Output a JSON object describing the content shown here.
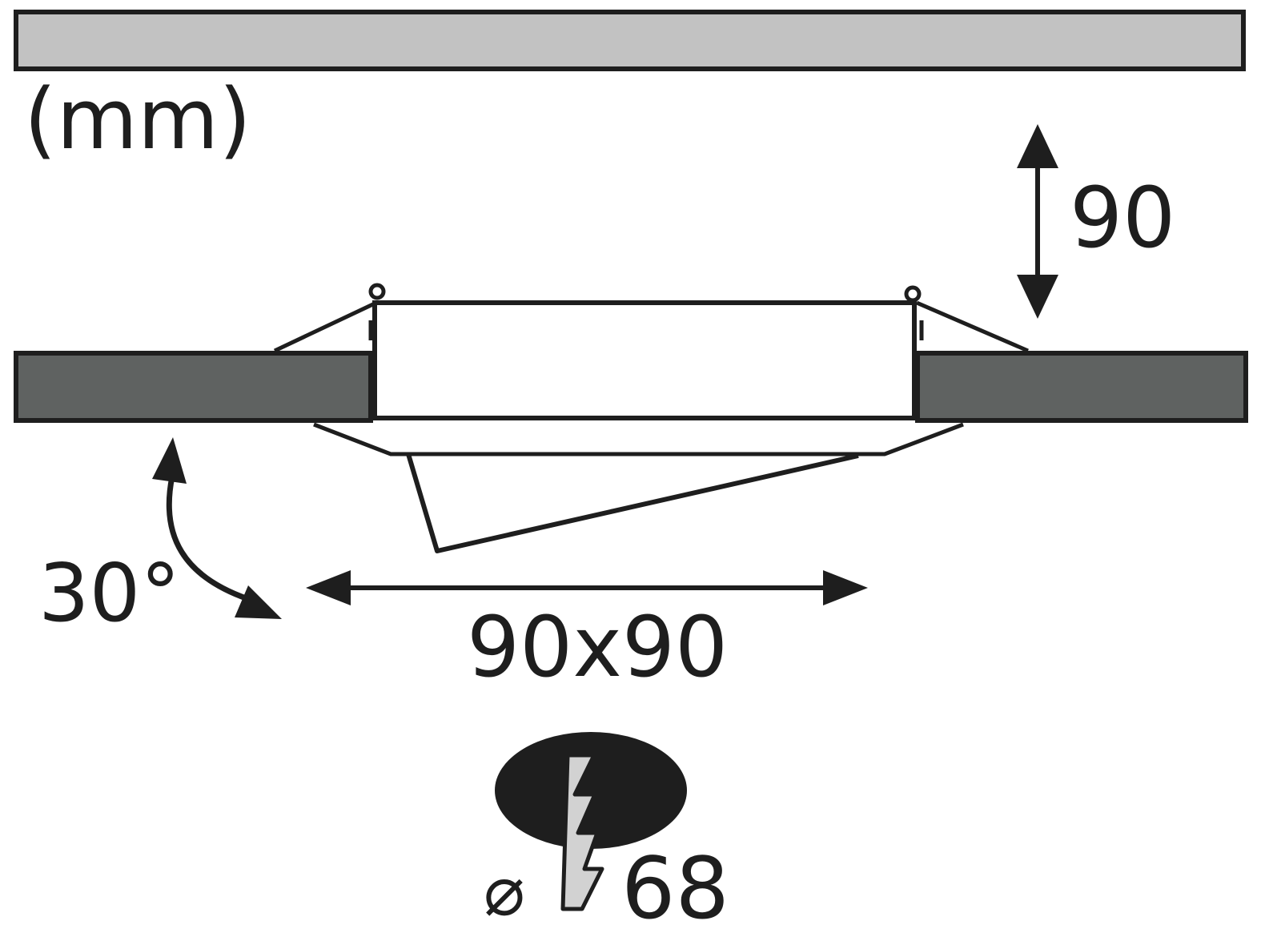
{
  "diagram": {
    "unit_label": "(mm)",
    "height_label": "90",
    "width_label": "90x90",
    "tilt_label": "30°",
    "cutout_symbol": "⌀",
    "cutout_label": "68"
  },
  "colors": {
    "outline": "#1e1e1e",
    "ceiling_top_bar": "#c2c2c2",
    "ceiling_panel": "#5f6261",
    "lightning_fill": "#d2d2d2",
    "background": "#ffffff"
  },
  "icons": {
    "cutout_drill": "lightning-bolt-over-ellipse"
  }
}
